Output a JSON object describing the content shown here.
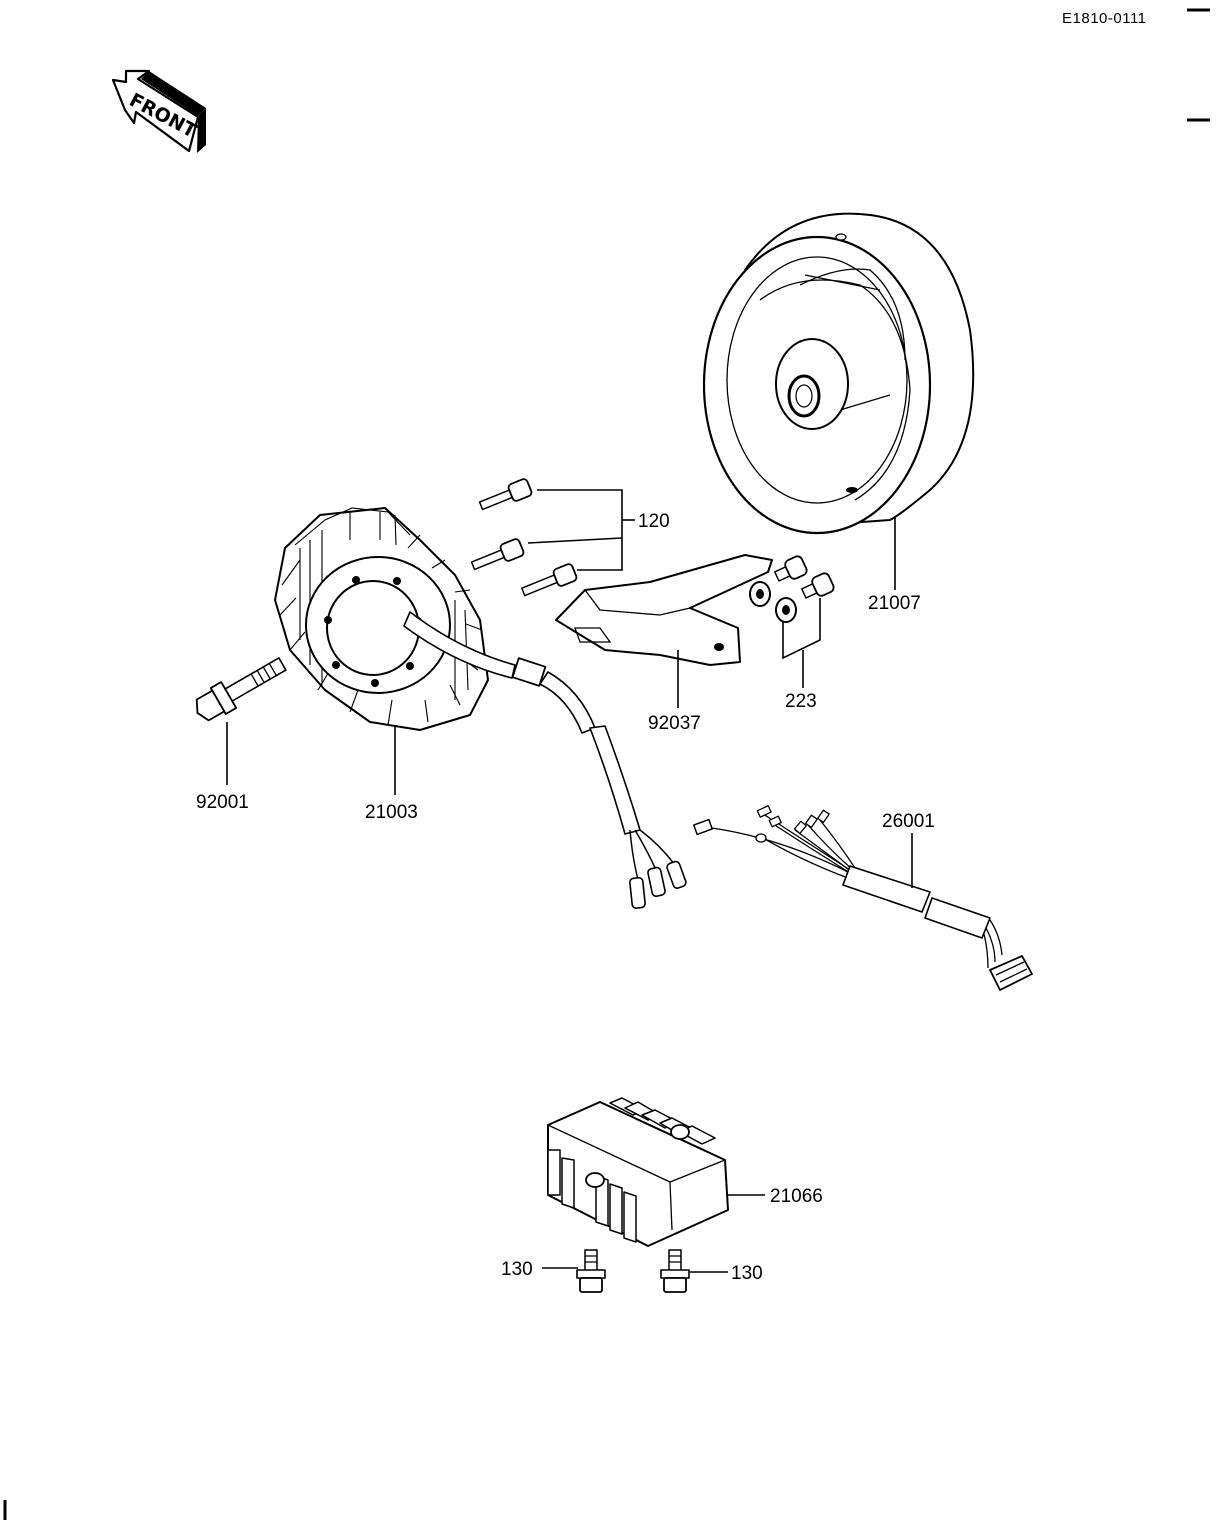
{
  "diagram_code": "E1810-0111",
  "front_label": "FRONT",
  "parts": {
    "flywheel": "21007",
    "stator": "21003",
    "stator_bolt": "92001",
    "stator_screws": "120",
    "lead_bracket": "92037",
    "bracket_screws": "223",
    "wiring_harness": "26001",
    "regulator": "21066",
    "regulator_bolt_left": "130",
    "regulator_bolt_right": "130"
  }
}
